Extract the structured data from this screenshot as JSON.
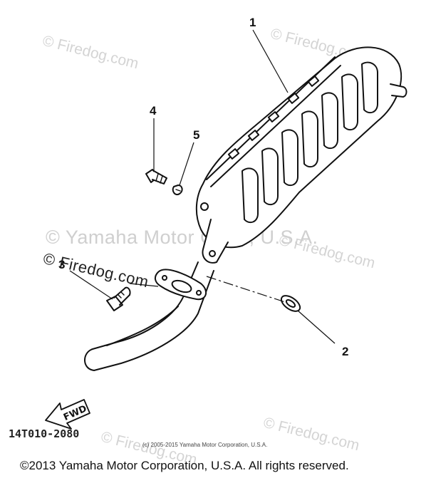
{
  "watermarks": {
    "site": "© Firedog.com",
    "corp": "© Yamaha Motor Corp., U.S.A.",
    "corp_site": "© Firedog.com"
  },
  "callouts": {
    "c1": "1",
    "c2": "2",
    "c3": "3",
    "c4": "4",
    "c5": "5"
  },
  "direction_label": "FWD",
  "diagram_code": "14T010-2080",
  "inner_copyright": "(c) 2005-2015 Yamaha Motor Corporation, U.S.A.",
  "footer_copyright": "©2013 Yamaha Motor Corporation, U.S.A. All rights reserved."
}
